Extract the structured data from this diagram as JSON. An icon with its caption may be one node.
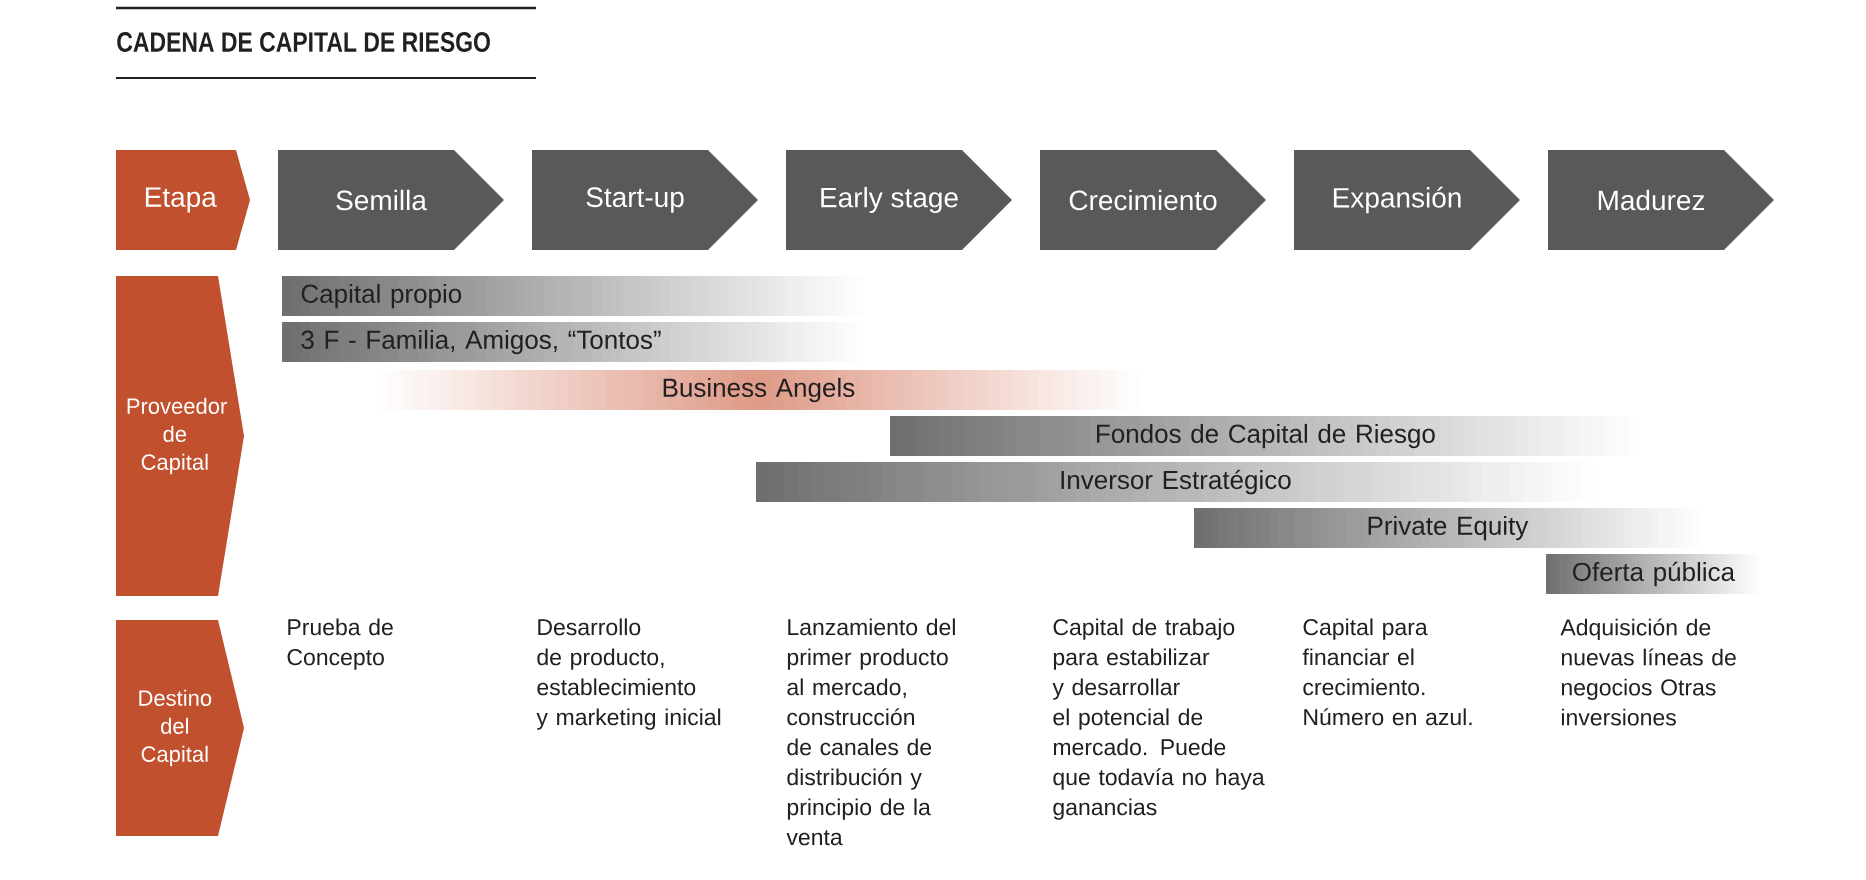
{
  "diagram": {
    "title": "CADENA DE CAPITAL DE RIESGO",
    "nodes": [
      {
        "text": [
          "Etapa"
        ]
      },
      {
        "text": [
          "Semilla"
        ]
      },
      {
        "text": [
          "Start-up"
        ]
      },
      {
        "text": [
          "Early stage"
        ]
      },
      {
        "text": [
          "Crecimiento"
        ]
      },
      {
        "text": [
          "Expansión"
        ]
      },
      {
        "text": [
          "Madurez"
        ]
      },
      {
        "text": [
          "Proveedor de Capital"
        ]
      },
      {
        "text": [
          "Capital propio"
        ]
      },
      {
        "text": [
          "3 F - Familia, Amigos, “Tontos”"
        ]
      },
      {
        "text": [
          "Business Angels"
        ]
      },
      {
        "text": [
          "Fondos de Capital de Riesgo"
        ]
      },
      {
        "text": [
          "Inversor Estratégico"
        ]
      },
      {
        "text": [
          "Private Equity"
        ]
      },
      {
        "text": [
          "Oferta pública"
        ]
      },
      {
        "text": [
          "Destino del Capital"
        ]
      }
    ],
    "labels": [
      "Prueba de Concepto",
      "Desarrollo de producto, establecimiento y marketing inicial",
      "Lanzamiento del primer producto al mercado, construcción de canales de distribución y principio de la venta",
      "Capital de trabajo para estabilizar y desarrollar el potencial de mercado. Puede que todavía no haya ganancias",
      "Capital para financiar el crecimiento. Número en azul.",
      "Adquisición de nuevas líneas de negocios Otras inversiones"
    ]
  }
}
